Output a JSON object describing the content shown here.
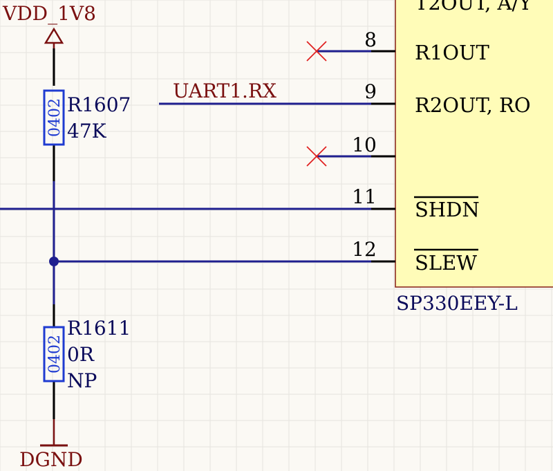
{
  "colors": {
    "background": "#fbf9f4",
    "grid": "#e6e4de",
    "wire": "#1f1f8f",
    "pin": "#000000",
    "power": "#7a1010",
    "component_body": "#1f3bd1",
    "ic_fill": "#fffcb8",
    "ic_border": "#8c2a1e",
    "net_label": "#7a1010",
    "no_connect": "#e02020",
    "text": "#0a0a5a",
    "pin_number": "#000000"
  },
  "power": {
    "vdd": {
      "name": "VDD_1V8",
      "icon": "power-arrow-icon"
    },
    "gnd": {
      "name": "DGND",
      "icon": "ground-icon"
    }
  },
  "resistors": [
    {
      "designator": "R1607",
      "value": "47K",
      "package": "0402",
      "note": ""
    },
    {
      "designator": "R1611",
      "value": "0R",
      "package": "0402",
      "note": "NP"
    }
  ],
  "ic": {
    "part": "SP330EEY-L",
    "partial_top_label": "T2OUT, A/Y",
    "pins": [
      {
        "number": "8",
        "name": "R1OUT",
        "overline": false,
        "no_connect": true,
        "net": ""
      },
      {
        "number": "9",
        "name": "R2OUT, RO",
        "overline": false,
        "no_connect": false,
        "net": "UART1.RX"
      },
      {
        "number": "10",
        "name": "",
        "overline": false,
        "no_connect": true,
        "net": ""
      },
      {
        "number": "11",
        "name": "SHDN",
        "overline": true,
        "no_connect": false,
        "net": ""
      },
      {
        "number": "12",
        "name": "SLEW",
        "overline": true,
        "no_connect": false,
        "net": ""
      }
    ]
  }
}
